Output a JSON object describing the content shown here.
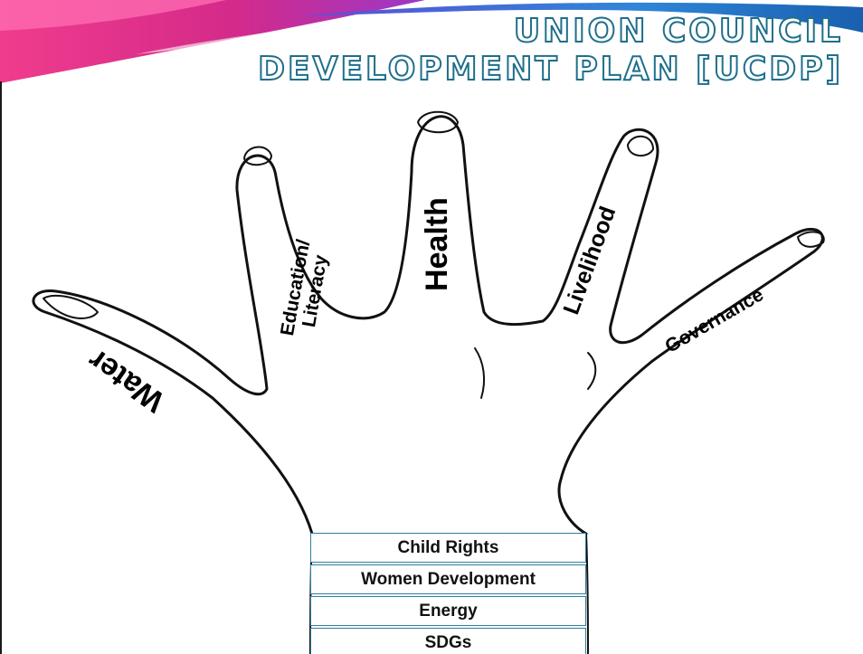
{
  "title": {
    "line1": "UNION COUNCIL",
    "line2": "DEVELOPMENT PLAN [UCDP]"
  },
  "fingers": {
    "thumb": "Water",
    "index_line1": "Education/",
    "index_line2": "Literacy",
    "middle": "Health",
    "ring": "Livelihood",
    "little": "Governance"
  },
  "wrist_items": [
    "Child Rights",
    "Women Development",
    "Energy",
    "SDGs"
  ],
  "colors": {
    "title_outline": "#1f6f8b",
    "box_border": "#2e7ea0",
    "band_pink": "#e0287a",
    "band_purple": "#7b3fc4",
    "band_blue": "#2a8fd0"
  }
}
